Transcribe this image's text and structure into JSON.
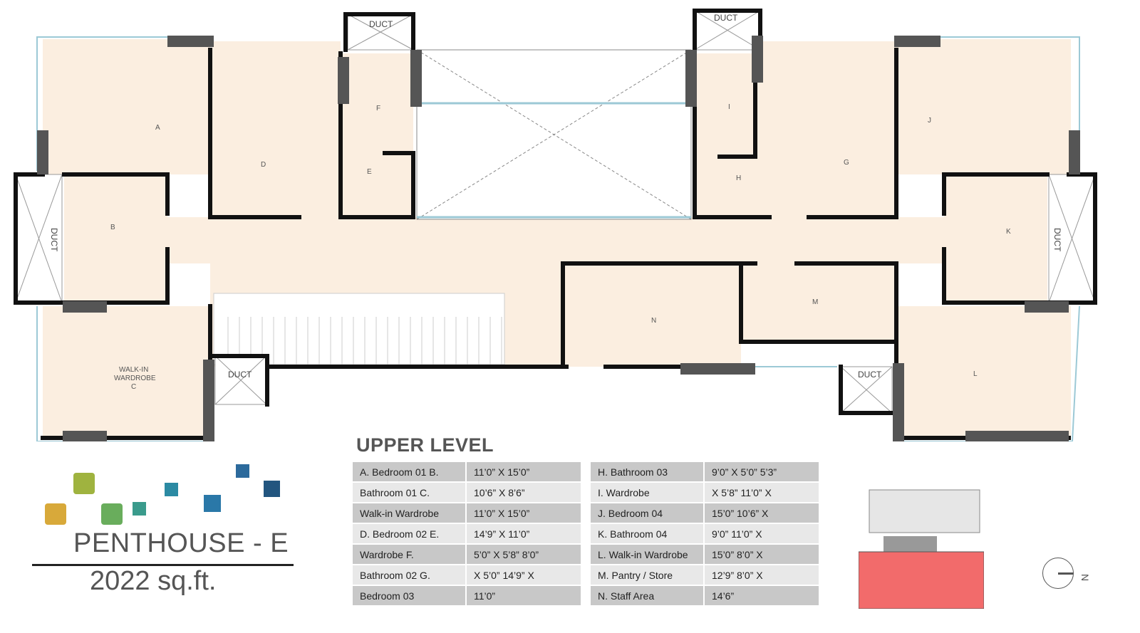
{
  "plan": {
    "rooms": {
      "A": "A",
      "B": "B",
      "C_line1": "WALK-IN",
      "C_line2": "WARDROBE",
      "C_line3": "C",
      "D": "D",
      "E": "E",
      "F": "F",
      "G": "G",
      "H": "H",
      "I": "I",
      "J": "J",
      "K": "K",
      "L": "L",
      "M": "M",
      "N": "N"
    },
    "duct_label": "DUCT",
    "colors": {
      "floor": "#fbeee0",
      "wall": "#111111",
      "column": "#555555",
      "glass": "#9cc9d6"
    }
  },
  "legend": {
    "title": "UPPER LEVEL",
    "left_table": [
      [
        "A.  Bedroom  01  B.",
        "11’0”  X  15’0”"
      ],
      [
        "Bathroom   01   C.",
        "10’6”  X  8’6”"
      ],
      [
        "Walk-in   Wardrobe",
        "11’0”  X  15’0”"
      ],
      [
        "D.  Bedroom  02  E.",
        "14’9”  X  11’0”"
      ],
      [
        "Wardrobe           F.",
        "5’0” X 5’8” 8’0”"
      ],
      [
        "Bathroom   02   G.",
        "X  5’0”  14’9”  X"
      ],
      [
        "Bedroom 03",
        "11’0”"
      ]
    ],
    "right_table": [
      [
        "H. Bathroom 03",
        "9’0” X 5’0” 5’3”"
      ],
      [
        "I. Wardrobe",
        "X  5’8”  11’0”  X"
      ],
      [
        "J. Bedroom 04",
        "15’0”   10’6”   X"
      ],
      [
        "K. Bathroom 04",
        "9’0”   11’0”   X"
      ],
      [
        "L. Walk-in Wardrobe",
        "15’0”   8’0”   X"
      ],
      [
        "M. Pantry / Store",
        "12’9”   8’0”   X"
      ],
      [
        "N. Staff Area",
        "14’6”"
      ]
    ]
  },
  "branding": {
    "name": "PENTHOUSE - E",
    "area": "2022 sq.ft.",
    "logo_colors": [
      "#d8a93a",
      "#9fb33f",
      "#69ad5c",
      "#3a9b8c",
      "#2b8aa3",
      "#2a78a8",
      "#2c6a9c",
      "#22557f"
    ]
  },
  "key_plan": {
    "highlight_color": "#f26b6b"
  },
  "compass": {
    "label": "N"
  }
}
